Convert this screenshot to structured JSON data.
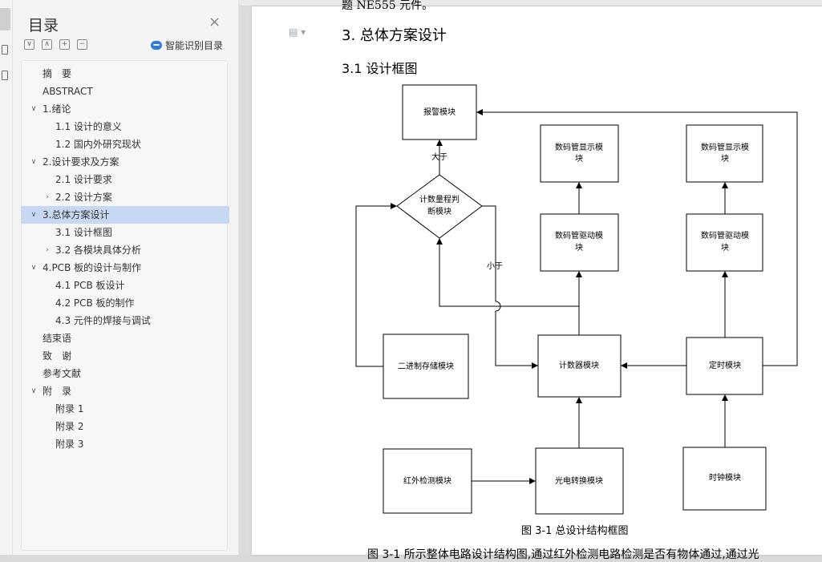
{
  "nav": {
    "title": "目录",
    "close": "×",
    "tools": [
      "∨",
      "∧",
      "+",
      "−"
    ],
    "ai_button": "智能识别目录",
    "toc": [
      {
        "label": "摘　要",
        "level": 1,
        "chevron": ""
      },
      {
        "label": "ABSTRACT",
        "level": 1,
        "chevron": ""
      },
      {
        "label": "1.绪论",
        "level": 1,
        "chevron": "∨"
      },
      {
        "label": "1.1 设计的意义",
        "level": 2,
        "chevron": ""
      },
      {
        "label": "1.2 国内外研究现状",
        "level": 2,
        "chevron": ""
      },
      {
        "label": "2.设计要求及方案",
        "level": 1,
        "chevron": "∨"
      },
      {
        "label": "2.1 设计要求",
        "level": 2,
        "chevron": ""
      },
      {
        "label": "2.2 设计方案",
        "level": 2,
        "chevron": "›"
      },
      {
        "label": "3.总体方案设计",
        "level": 1,
        "chevron": "∨",
        "selected": true
      },
      {
        "label": "3.1 设计框图",
        "level": 2,
        "chevron": ""
      },
      {
        "label": "3.2 各模块具体分析",
        "level": 2,
        "chevron": "›"
      },
      {
        "label": "4.PCB 板的设计与制作",
        "level": 1,
        "chevron": "∨"
      },
      {
        "label": "4.1 PCB 板设计",
        "level": 2,
        "chevron": ""
      },
      {
        "label": "4.2 PCB 板的制作",
        "level": 2,
        "chevron": ""
      },
      {
        "label": "4.3 元件的焊接与调试",
        "level": 2,
        "chevron": ""
      },
      {
        "label": "结束语",
        "level": 1,
        "chevron": ""
      },
      {
        "label": "致　谢",
        "level": 1,
        "chevron": ""
      },
      {
        "label": "参考文献",
        "level": 1,
        "chevron": ""
      },
      {
        "label": "附　录",
        "level": 1,
        "chevron": "∨"
      },
      {
        "label": "附录 1",
        "level": 2,
        "chevron": ""
      },
      {
        "label": "附录 2",
        "level": 2,
        "chevron": ""
      },
      {
        "label": "附录 3",
        "level": 2,
        "chevron": ""
      }
    ]
  },
  "doc": {
    "prev_line": "题 NE555 元件。",
    "heading": "3.  总体方案设计",
    "subheading": "3.1 设计框图",
    "caption": "图 3-1 总设计结构框图",
    "paragraph": "图 3-1 所示整体电路设计结构图,通过红外检测电路检测是否有物体通过,通过光",
    "diagram": {
      "alarm": "报警模块",
      "display1": [
        "数码管显示模",
        "块"
      ],
      "display2": [
        "数码管显示模",
        "块"
      ],
      "judge": [
        "计数量程判",
        "断模块"
      ],
      "driver1": [
        "数码管驱动模",
        "块"
      ],
      "driver2": [
        "数码管驱动模",
        "块"
      ],
      "greater": "大于",
      "less": "小于",
      "storage": "二进制存储模块",
      "counter": "计数器模块",
      "timer": "定时模块",
      "infrared": "红外检测模块",
      "photo": "光电转换模块",
      "clock": "时钟模块"
    }
  },
  "colors": {
    "nav_bg": "#f4f4f4",
    "selected_bg": "#c7d8f4",
    "ai_icon": "#2f7ae5"
  }
}
